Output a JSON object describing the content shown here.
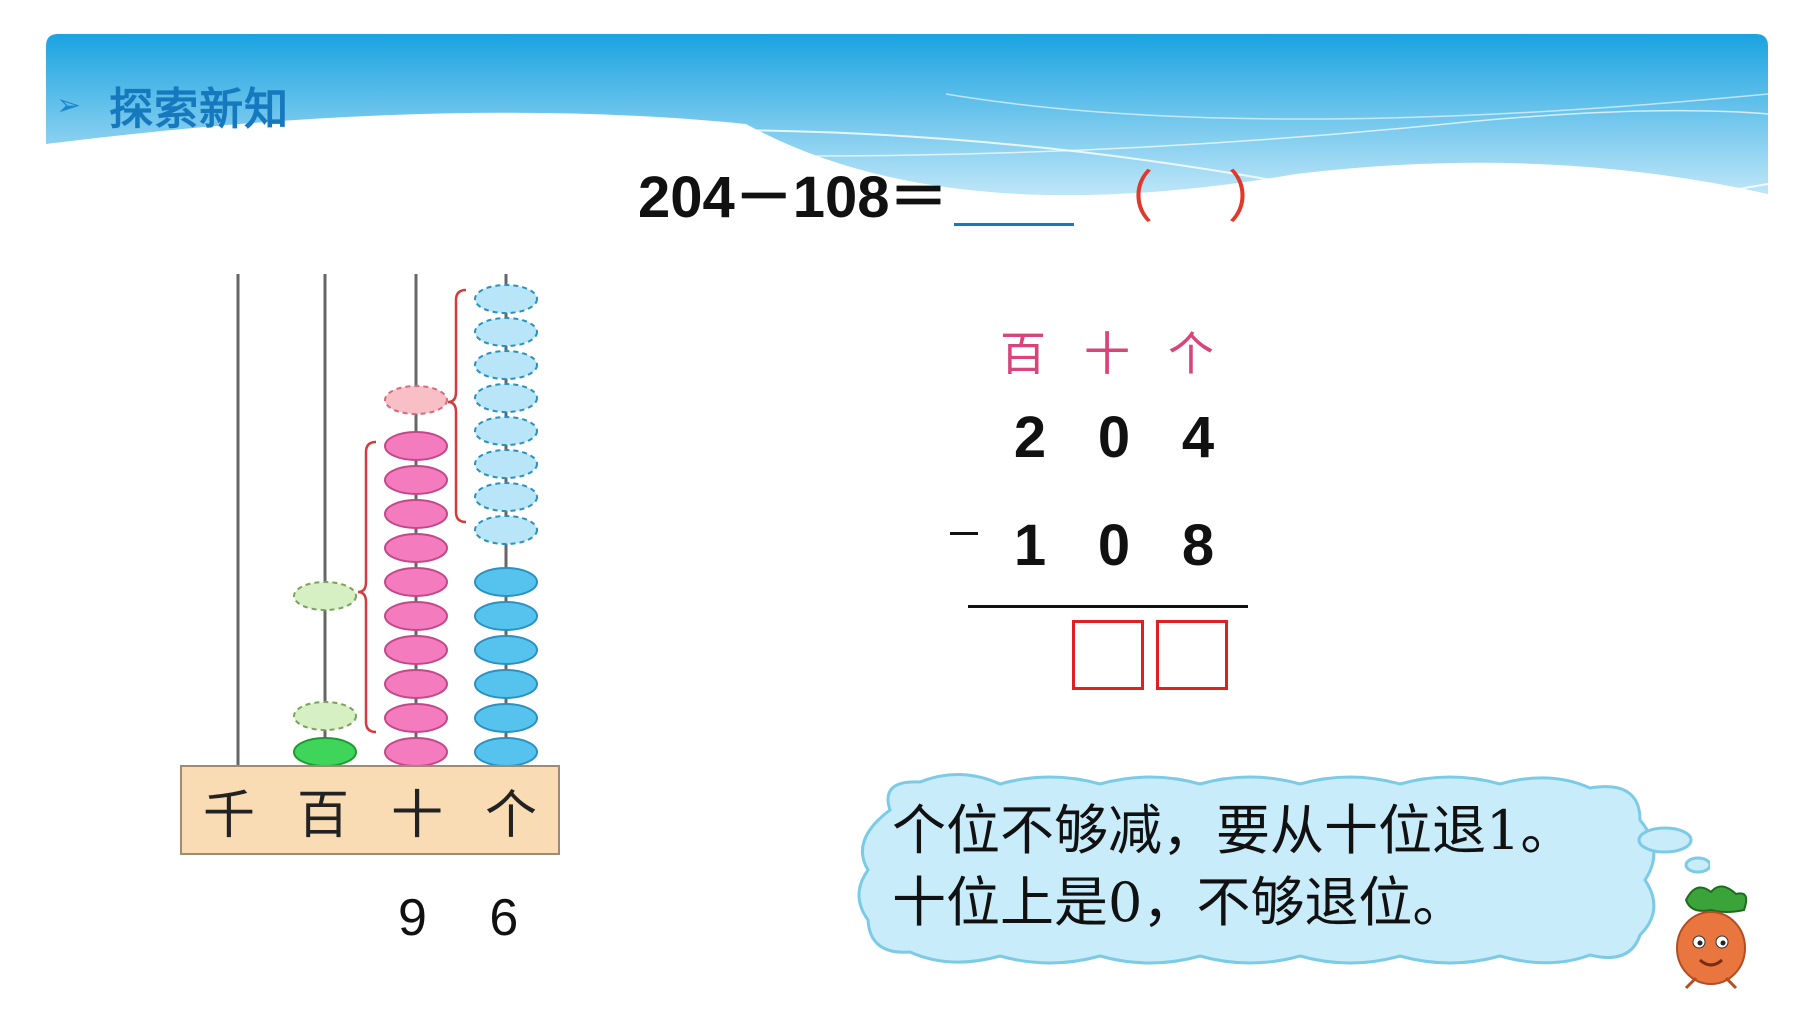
{
  "header": {
    "arrow_icon": "triangle-right-icon",
    "title": "探索新知"
  },
  "equation": {
    "expression": "204－108＝",
    "paren_open": "（",
    "paren_close": "）"
  },
  "abacus": {
    "place_labels": [
      "千",
      "百",
      "十",
      "个"
    ],
    "result": "9 6"
  },
  "vertical": {
    "place_labels": [
      "百",
      "十",
      "个"
    ],
    "minuend": [
      "2",
      "0",
      "4"
    ],
    "subtrahend": [
      "1",
      "0",
      "8"
    ],
    "minus": "－"
  },
  "bubble": {
    "line1": "个位不够减，要从十位退1。",
    "line2": "十位上是0，不够退位。"
  },
  "colors": {
    "accent_blue": "#1779bd",
    "red": "#e02020",
    "pink_label": "#d9457a"
  }
}
